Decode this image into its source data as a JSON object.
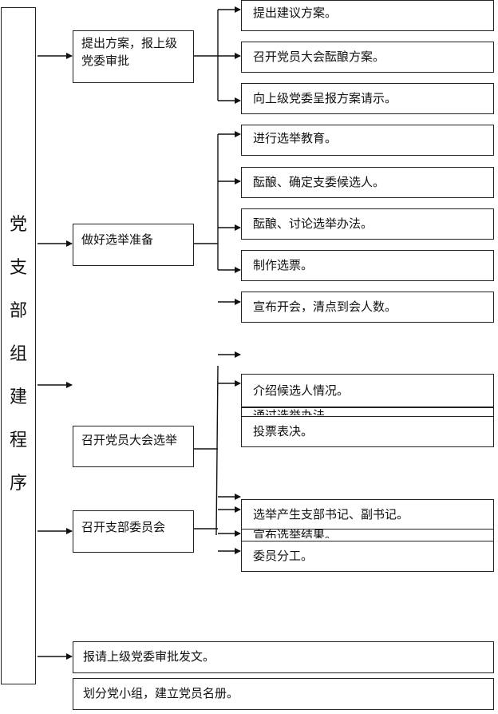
{
  "title_chars": [
    "党",
    "支",
    "部",
    "组",
    "建",
    "程",
    "序"
  ],
  "stages": {
    "proposal": "提出方案，报上级党委审批",
    "prepare": "做好选举准备",
    "general_meeting": "召开党员大会选举",
    "committee_meeting": "召开支部委员会",
    "report": "报请上级党委审批发文。",
    "groups": "划分党小组，建立党员名册。"
  },
  "steps": {
    "proposal": [
      "提出建议方案。",
      "召开党员大会酝酿方案。",
      "向上级党委呈报方案请示。"
    ],
    "prepare": [
      "进行选举教育。",
      "酝酿、确定支委候选人。",
      "酝酿、讨论选举办法。",
      "制作选票。"
    ],
    "general_meeting": [
      "宣布开会，清点到会人数。",
      "介绍候选人情况。",
      "通过选举办法。",
      "投票表决。"
    ],
    "committee_meeting": [
      "选举产生支部书记、副书记。",
      "宣布选举结果。",
      "委员分工。"
    ]
  }
}
